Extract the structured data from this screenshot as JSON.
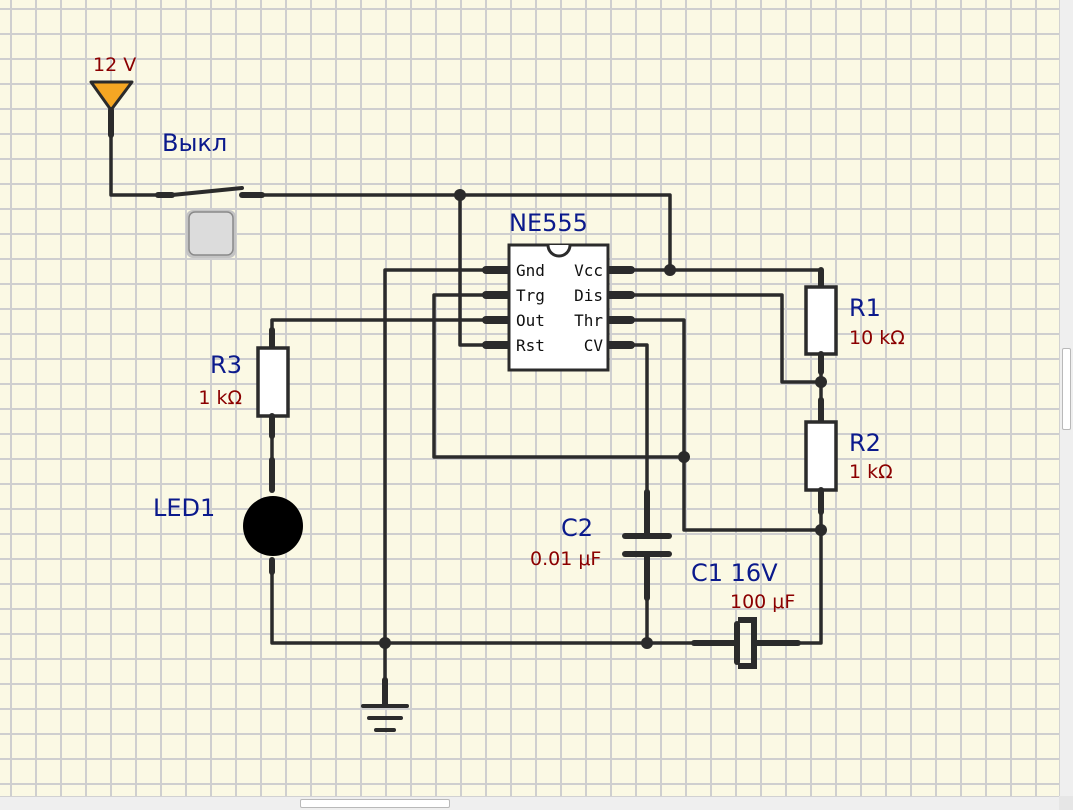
{
  "supply": {
    "label": "12 V"
  },
  "switch": {
    "label": "Выкл"
  },
  "ic": {
    "label": "NE555",
    "pins_left": [
      "Gnd",
      "Trg",
      "Out",
      "Rst"
    ],
    "pins_right": [
      "Vcc",
      "Dis",
      "Thr",
      "CV"
    ]
  },
  "r1": {
    "label": "R1",
    "value": "10 kΩ"
  },
  "r2": {
    "label": "R2",
    "value": "1 kΩ"
  },
  "r3": {
    "label": "R3",
    "value": "1 kΩ"
  },
  "led": {
    "label": "LED1"
  },
  "c1": {
    "label": "C1 16V",
    "value": "100 μF"
  },
  "c2": {
    "label": "C2",
    "value": "0.01 μF"
  },
  "colors": {
    "grid_background": "#fbf9e4",
    "grid_lines": "#cfcfcf",
    "wire": "#2b2b2b",
    "label": "#0b1a8c",
    "value": "#8b0000",
    "supply_fill": "#f5a623"
  }
}
